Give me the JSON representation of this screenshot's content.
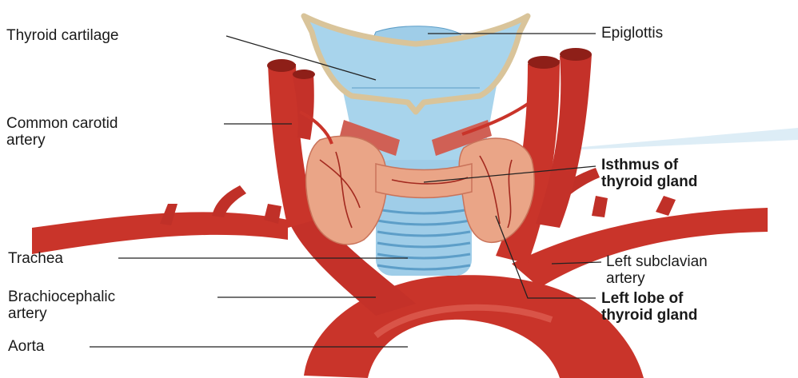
{
  "labels": {
    "thyroid_cartilage": "Thyroid cartilage",
    "epiglottis": "Epiglottis",
    "common_carotid": [
      "Common carotid",
      "artery"
    ],
    "isthmus": [
      "Isthmus of",
      "thyroid gland"
    ],
    "trachea": "Trachea",
    "left_subclavian": [
      "Left subclavian",
      "artery"
    ],
    "brachiocephalic": [
      "Brachiocephalic",
      "artery"
    ],
    "left_lobe": [
      "Left lobe of",
      "thyroid gland"
    ],
    "aorta": "Aorta"
  },
  "colors": {
    "artery": "#c9342a",
    "artery_dark": "#8e1f18",
    "artery_light": "#e46a5d",
    "thyroid": "#eaa587",
    "thyroid_dark": "#c9735a",
    "cartilage": "#a8d4ec",
    "cartilage_dark": "#5d9ec8",
    "epiglottis_rim": "#d9c49a",
    "leader": "#222222"
  }
}
